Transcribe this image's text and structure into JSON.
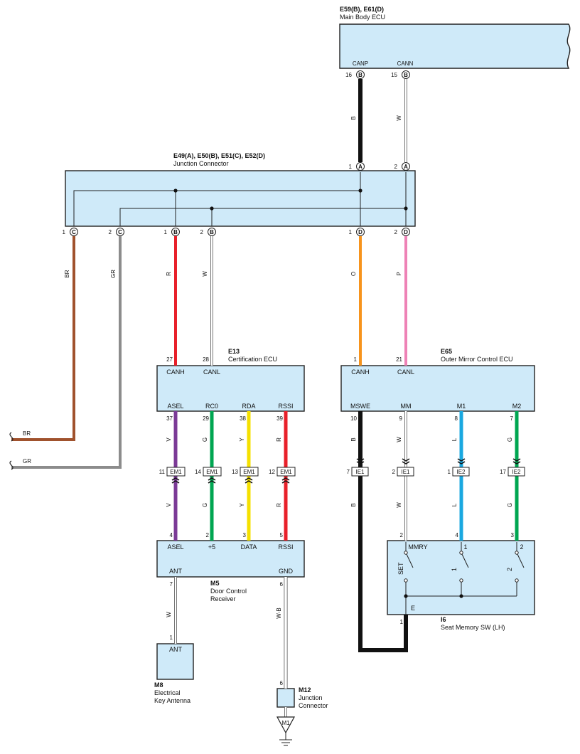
{
  "components": {
    "main_body": {
      "id": "E59(B), E61(D)",
      "name": "Main Body ECU",
      "pin_canp": "CANP",
      "pin_cann": "CANN"
    },
    "junction": {
      "id": "E49(A), E50(B), E51(C), E52(D)",
      "name": "Junction Connector"
    },
    "cert": {
      "id": "E13",
      "name": "Certification ECU",
      "canh": "CANH",
      "canl": "CANL",
      "asel": "ASEL",
      "rc0": "RC0",
      "rda": "RDA",
      "rssi": "RSSI"
    },
    "mirror": {
      "id": "E65",
      "name": "Outer Mirror Control ECU",
      "canh": "CANH",
      "canl": "CANL",
      "mswe": "MSWE",
      "mm": "MM",
      "m1": "M1",
      "m2": "M2"
    },
    "door": {
      "id": "M5",
      "name1": "Door Control",
      "name2": "Receiver",
      "asel": "ASEL",
      "p5": "+5",
      "data": "DATA",
      "rssi": "RSSI",
      "ant": "ANT",
      "gnd": "GND"
    },
    "antenna": {
      "id": "M8",
      "name1": "Electrical",
      "name2": "Key Antenna",
      "ant": "ANT"
    },
    "jc2": {
      "id": "M12",
      "name1": "Junction",
      "name2": "Connector"
    },
    "seat": {
      "id": "I6",
      "name": "Seat Memory SW (LH)",
      "mmry": "MMRY",
      "s1": "1",
      "s2": "2",
      "set": "SET",
      "l1": "1",
      "l2": "2",
      "e": "E"
    },
    "ground": {
      "label": "M1"
    }
  },
  "pins": {
    "mb16": "16",
    "mb15": "15",
    "mbB": "B",
    "jA1": "1",
    "jA2": "2",
    "jA": "A",
    "jC1": "1",
    "jC2": "2",
    "jC": "C",
    "jB1": "1",
    "jB2": "2",
    "jB": "B",
    "jD1": "1",
    "jD2": "2",
    "jD": "D",
    "c27": "27",
    "c28": "28",
    "c37": "37",
    "c29": "29",
    "c38": "38",
    "c39": "39",
    "m1": "1",
    "m21": "21",
    "m10": "10",
    "m9": "9",
    "m8": "8",
    "m7": "7",
    "d4": "4",
    "d2": "2",
    "d3": "3",
    "d5": "5",
    "d7": "7",
    "d6": "6",
    "a1": "1",
    "j6": "6",
    "s2": "2",
    "s4": "4",
    "s3": "3",
    "s1": "1"
  },
  "connectors": {
    "em11": {
      "pin": "11",
      "id": "EM1"
    },
    "em14": {
      "pin": "14",
      "id": "EM1"
    },
    "em13": {
      "pin": "13",
      "id": "EM1"
    },
    "em12": {
      "pin": "12",
      "id": "EM1"
    },
    "ie7": {
      "pin": "7",
      "id": "IE1"
    },
    "ie2": {
      "pin": "2",
      "id": "IE1"
    },
    "ie1": {
      "pin": "1",
      "id": "IE2"
    },
    "ie17": {
      "pin": "17",
      "id": "IE2"
    }
  },
  "wires": {
    "canp_b": "B",
    "cann_w": "W",
    "br": "BR",
    "gr": "GR",
    "r": "R",
    "w": "W",
    "o": "O",
    "p": "P",
    "asel_v": "V",
    "rc0_g": "G",
    "rda_y": "Y",
    "rssi_r": "R",
    "asel_v2": "V",
    "rc0_g2": "G",
    "rda_y2": "Y",
    "rssi_r2": "R",
    "mswe_b": "B",
    "mm_w": "W",
    "m1_l": "L",
    "m2_g": "G",
    "mswe_b2": "B",
    "mm_w2": "W",
    "m1_l2": "L",
    "m2_g2": "G",
    "ant_w": "W",
    "gnd_wb": "W-B",
    "br_out": "BR",
    "gr_out": "GR"
  },
  "colors": {
    "BR": "#a0522d",
    "GR": "#8c8c8c",
    "R": "#e8202a",
    "W": "#ffffff",
    "O": "#f7941d",
    "P": "#ee82b6",
    "B": "#111111",
    "V": "#7b3a96",
    "G": "#00a651",
    "Y": "#f5e000",
    "L": "#19a8e0",
    "box": "#cfeaf9"
  }
}
